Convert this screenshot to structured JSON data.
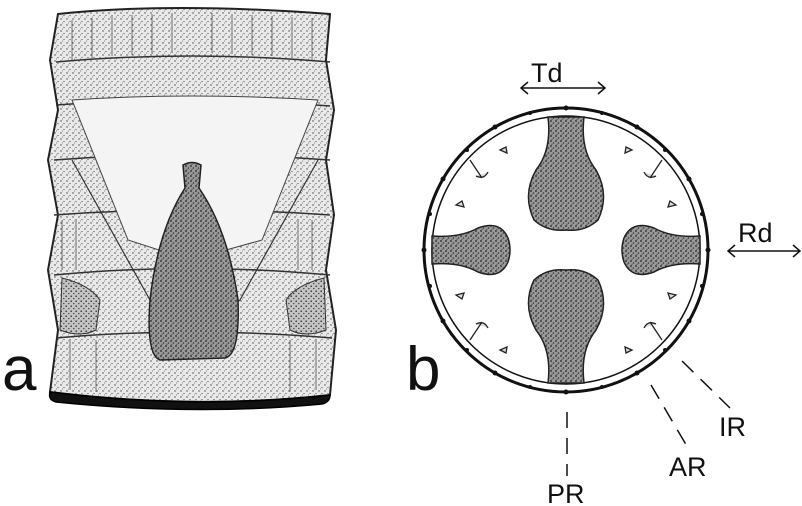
{
  "panels": {
    "a": {
      "letter": "a"
    },
    "b": {
      "letter": "b",
      "labels": {
        "td": "Td",
        "rd": "Rd",
        "pr": "PR",
        "ar": "AR",
        "ir": "IR"
      }
    }
  },
  "colors": {
    "ink": "#111111",
    "background": "#ffffff",
    "stipple": "#3a3a3a"
  }
}
